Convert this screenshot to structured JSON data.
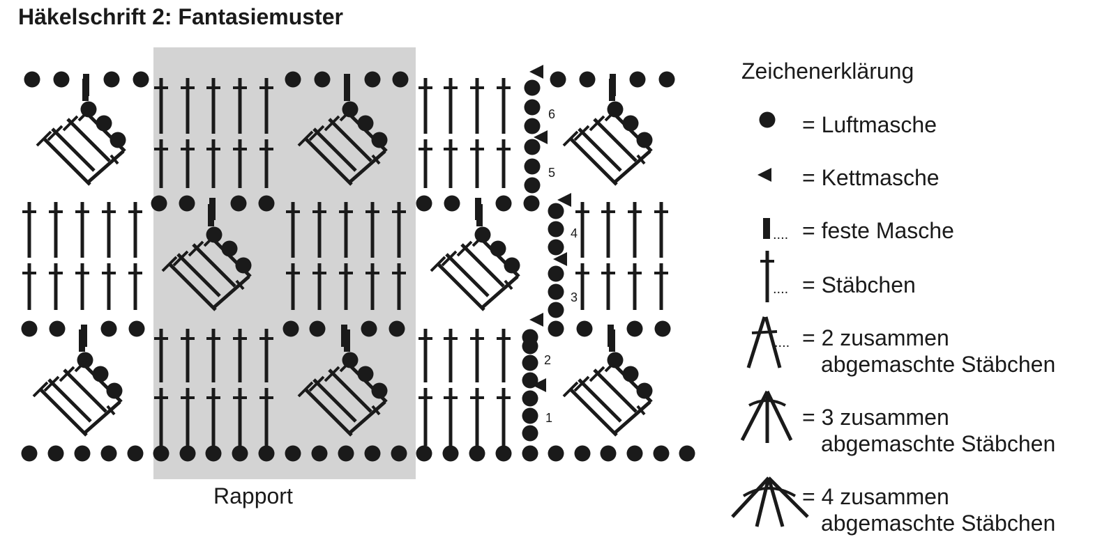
{
  "title": "Häkelschrift 2: Fantasiemuster",
  "repeat_label": "Rapport",
  "legend": {
    "title": "Zeichenerklärung",
    "items": [
      {
        "symbol": "chain-stitch",
        "text": "= Luftmasche"
      },
      {
        "symbol": "slip-stitch",
        "text": "= Kettmasche"
      },
      {
        "symbol": "single-crochet",
        "text": "= feste Masche"
      },
      {
        "symbol": "double-crochet",
        "text": "= Stäbchen"
      },
      {
        "symbol": "dc2tog",
        "text": "= 2 zusammen",
        "text2": "abgemaschte Stäbchen"
      },
      {
        "symbol": "dc3tog",
        "text": "= 3 zusammen",
        "text2": "abgemaschte Stäbchen"
      },
      {
        "symbol": "dc4tog",
        "text": "= 4 zusammen",
        "text2": "abgemaschte Stäbchen"
      }
    ]
  },
  "row_numbers": [
    "1",
    "2",
    "3",
    "4",
    "5",
    "6"
  ],
  "colors": {
    "ink": "#1a1a1a",
    "repeat_shade": "#d3d3d3",
    "background": "#ffffff"
  }
}
